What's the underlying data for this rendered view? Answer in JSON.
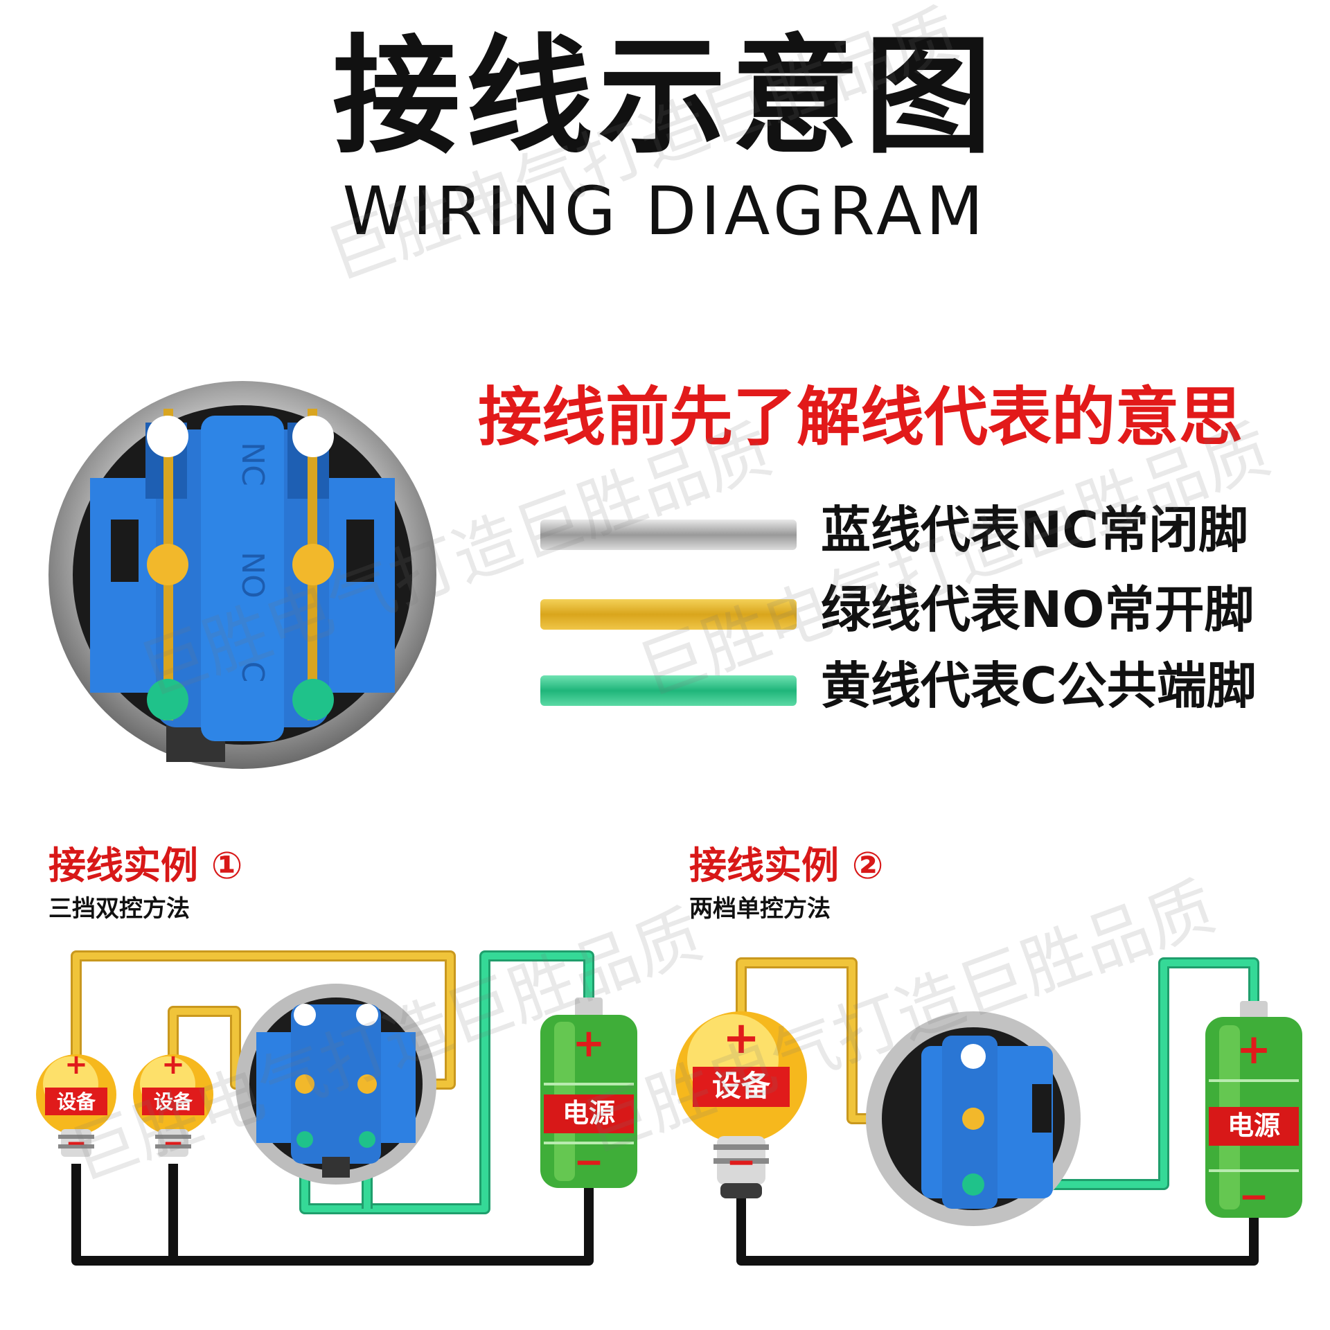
{
  "header": {
    "title_zh": "接线示意图",
    "title_en": "WIRING DIAGRAM"
  },
  "intro": {
    "text": "接线前先了解线代表的意思"
  },
  "legend": [
    {
      "label": "蓝线代表NC常闭脚",
      "color": "#b7b7b7"
    },
    {
      "label": "绿线代表NO常开脚",
      "color": "#e3b423"
    },
    {
      "label": "黄线代表C公共端脚",
      "color": "#22c58a"
    }
  ],
  "switch_photo": {
    "labels": [
      "NC",
      "NO",
      "C"
    ]
  },
  "examples": [
    {
      "title": "接线实例 ①",
      "subtitle": "三挡双控方法",
      "device_label": "设备",
      "power_label": "电源"
    },
    {
      "title": "接线实例 ②",
      "subtitle": "两档单控方法",
      "device_label": "设备",
      "power_label": "电源"
    }
  ],
  "symbols": {
    "plus": "+",
    "minus": "−"
  },
  "watermark": "巨胜电气打造巨胜品质",
  "colors": {
    "nc": "#ffffff",
    "no": "#f2b82b",
    "c": "#1fc28a",
    "wire_yellow": "#e9b82a",
    "wire_green": "#2bcf8f",
    "wire_black": "#222222",
    "switch_blue": "#2c7fe0",
    "battery_green": "#3fae39",
    "label_red": "#d81818"
  }
}
